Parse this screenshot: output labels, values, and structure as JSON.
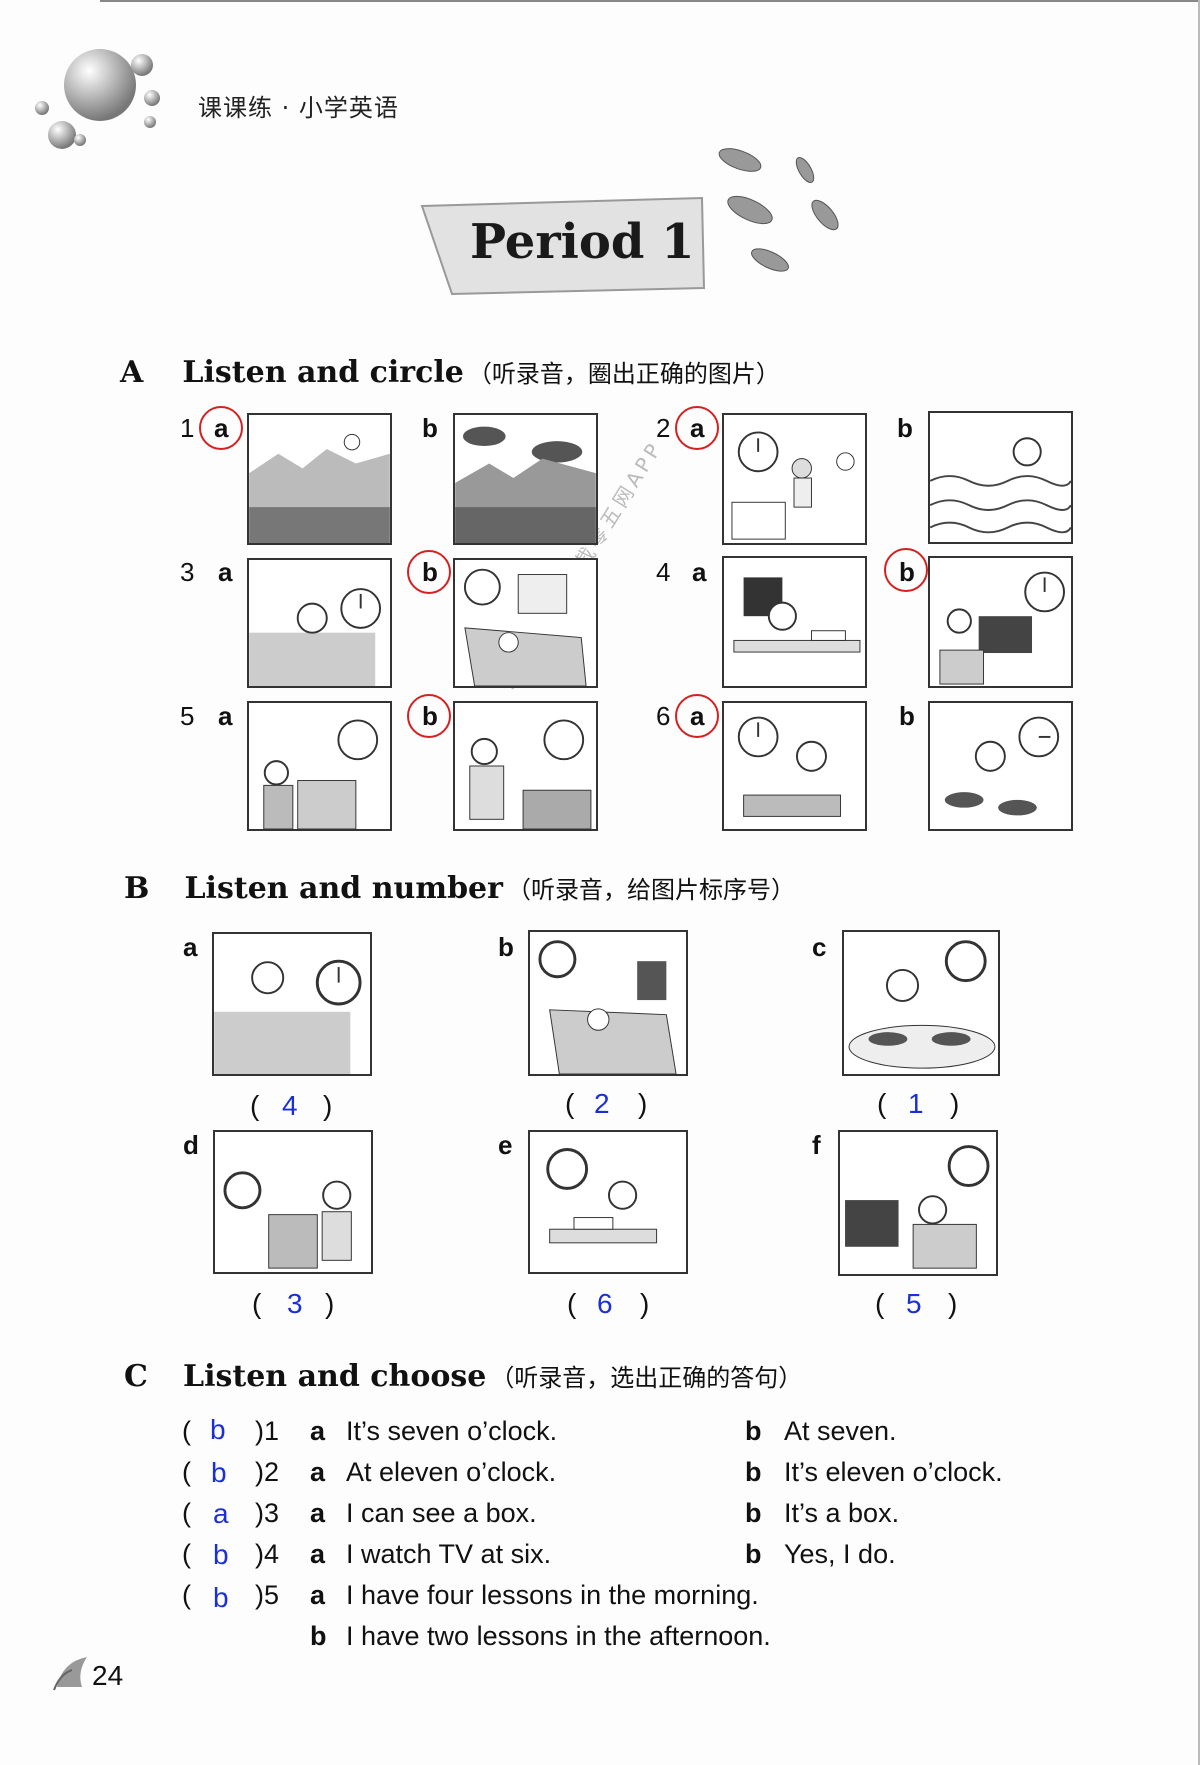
{
  "header": {
    "book_title": "课课练 · 小学英语"
  },
  "period": {
    "title": "Period 1"
  },
  "watermark": "答案详解请下载零五网APP",
  "section_a": {
    "letter": "A",
    "title": "Listen and circle",
    "note": "（听录音，圈出正确的图片）",
    "items": [
      {
        "num": "1",
        "a": "a",
        "b": "b",
        "answer": "a"
      },
      {
        "num": "2",
        "a": "a",
        "b": "b",
        "answer": "a"
      },
      {
        "num": "3",
        "a": "a",
        "b": "b",
        "answer": "b"
      },
      {
        "num": "4",
        "a": "a",
        "b": "b",
        "answer": "b"
      },
      {
        "num": "5",
        "a": "a",
        "b": "b",
        "answer": "b"
      },
      {
        "num": "6",
        "a": "a",
        "b": "b",
        "answer": "a"
      }
    ]
  },
  "section_b": {
    "letter": "B",
    "title": "Listen and number",
    "note": "（听录音，给图片标序号）",
    "items": [
      {
        "label": "a",
        "answer": "4"
      },
      {
        "label": "b",
        "answer": "2"
      },
      {
        "label": "c",
        "answer": "1"
      },
      {
        "label": "d",
        "answer": "3"
      },
      {
        "label": "e",
        "answer": "6"
      },
      {
        "label": "f",
        "answer": "5"
      }
    ]
  },
  "section_c": {
    "letter": "C",
    "title": "Listen and choose",
    "note": "（听录音，选出正确的答句）",
    "items": [
      {
        "num": ")1",
        "answer": "b",
        "a": "It’s seven o’clock.",
        "b": "At seven."
      },
      {
        "num": ")2",
        "answer": "b",
        "a": "At eleven o’clock.",
        "b": "It’s eleven o’clock."
      },
      {
        "num": ")3",
        "answer": "a",
        "a": "I can see a box.",
        "b": "It’s a box."
      },
      {
        "num": ")4",
        "answer": "b",
        "a": "I watch TV at six.",
        "b": "Yes, I do."
      },
      {
        "num": ")5",
        "answer": "b",
        "a": "I have four lessons in the morning.",
        "b": "I have two lessons in the afternoon."
      }
    ],
    "option_a": "a",
    "option_b": "b",
    "open_paren": "("
  },
  "footer": {
    "page_number": "24"
  }
}
